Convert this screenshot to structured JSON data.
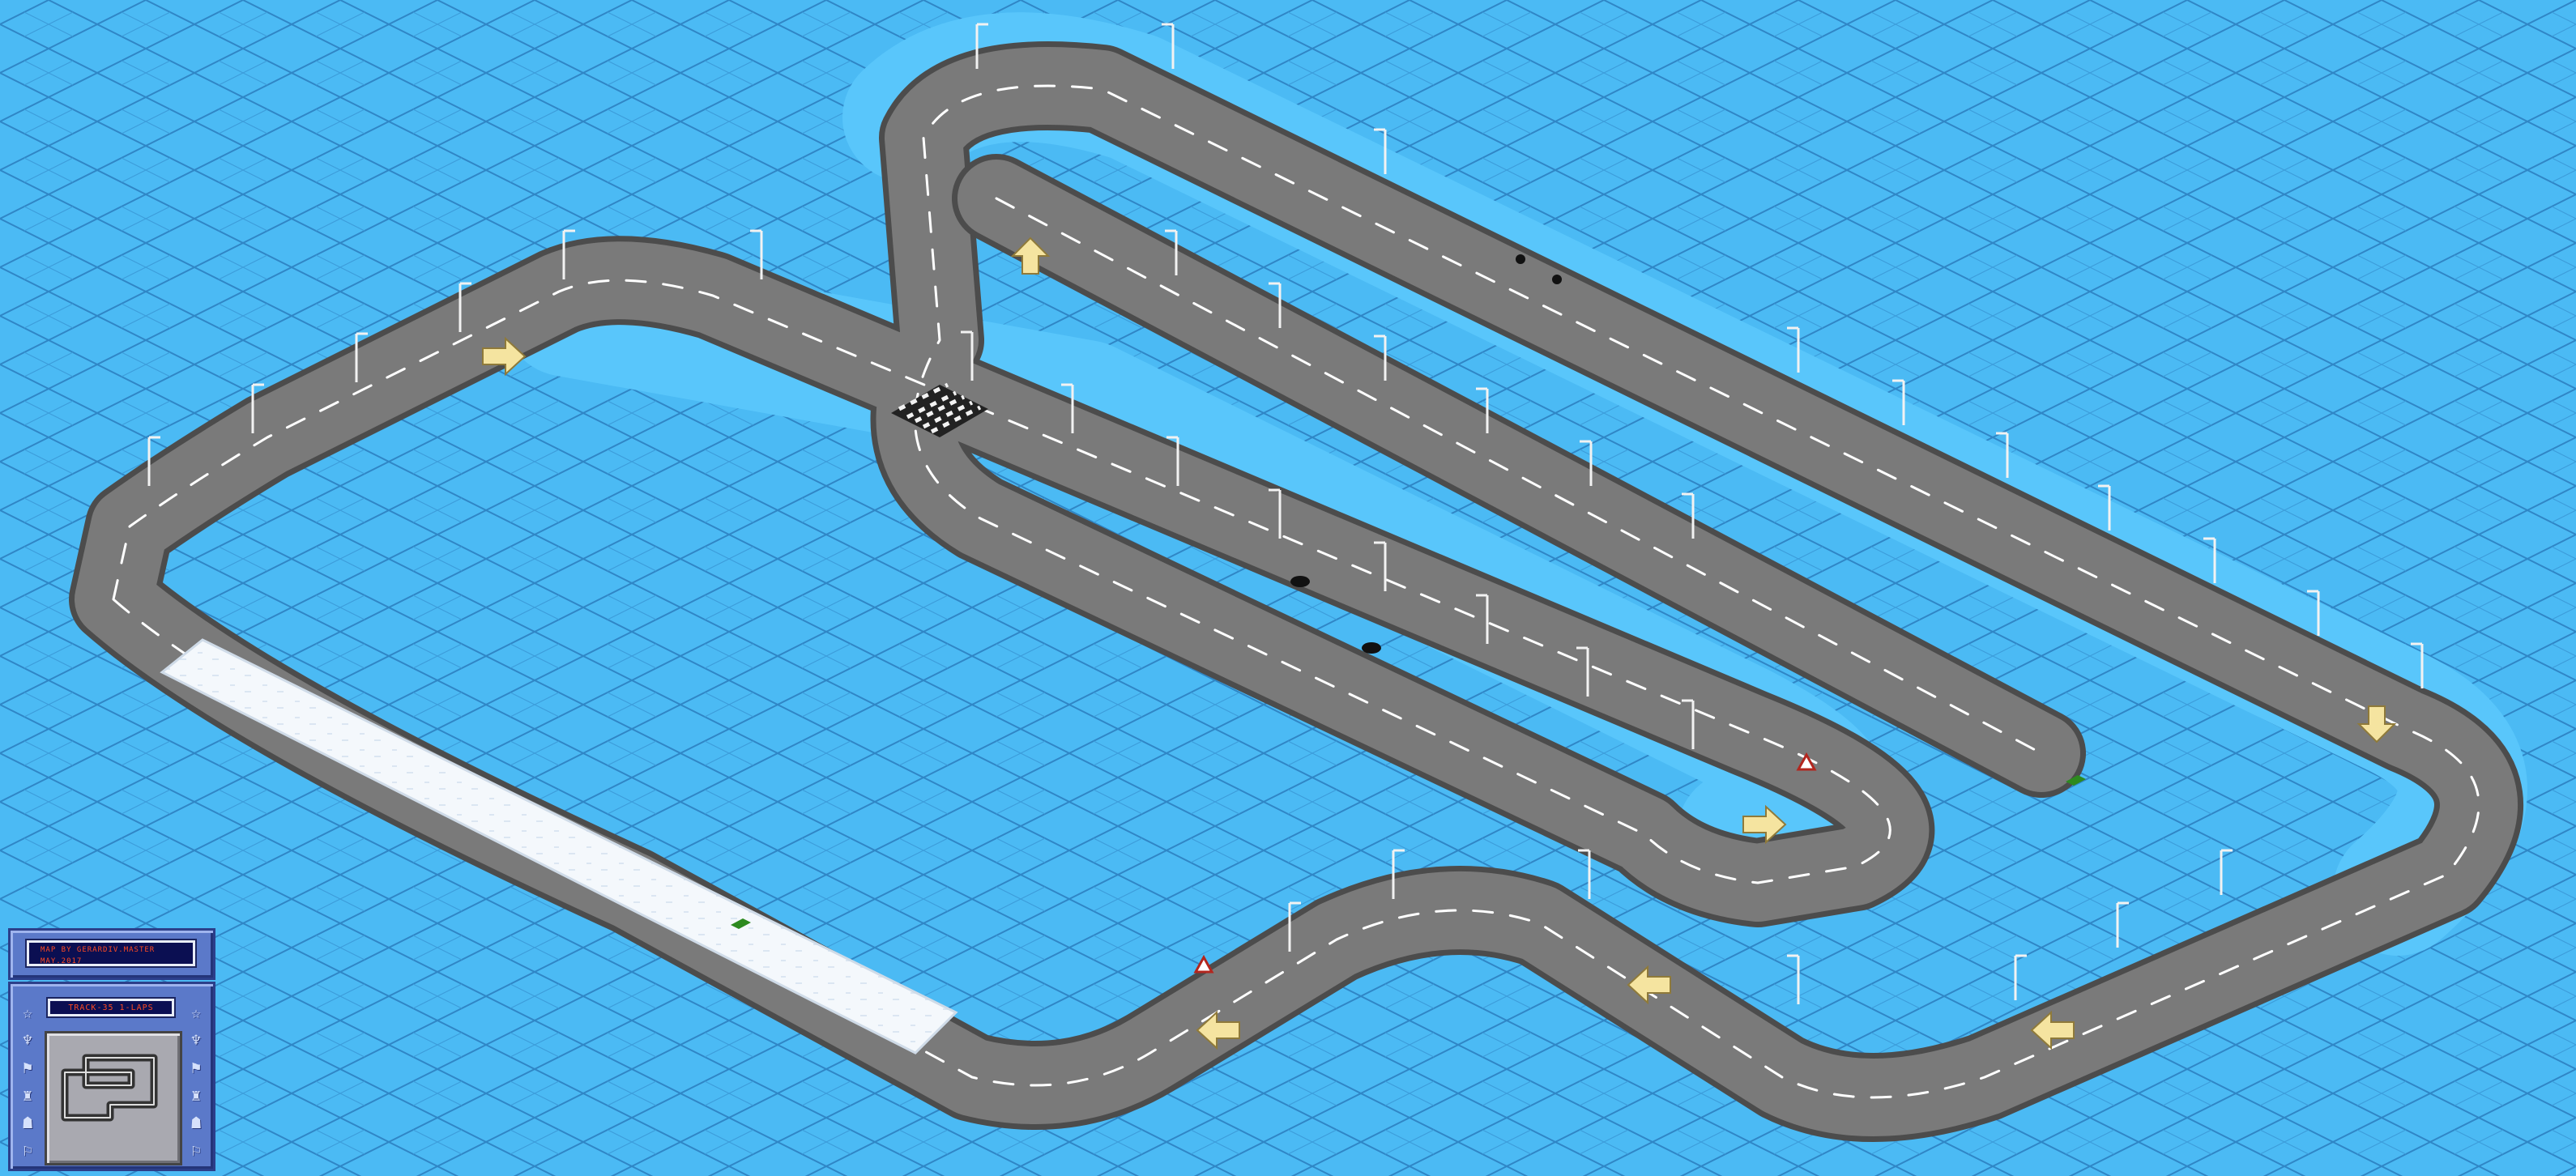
{
  "hud": {
    "credits_line1": "MAP BY GERARDIV.MASTER",
    "credits_line2": "MAY.2017",
    "track_label": "TRACK-35   1-LAPS"
  },
  "icons": {
    "left": [
      "star-icon",
      "trophy-icon",
      "flag-icon",
      "boot-icon",
      "helmet-icon",
      "banner-icon"
    ],
    "right": [
      "star-icon",
      "trophy-icon",
      "flag-icon",
      "boot-icon",
      "helmet-icon",
      "banner-icon"
    ],
    "direction_arrows": [
      "arrow-right-icon",
      "arrow-up-icon",
      "arrow-down-icon",
      "arrow-left-icon"
    ]
  },
  "colors": {
    "water": "#49b8f2",
    "water_grid": "#2f86c6",
    "road": "#7a7a7a",
    "road_edge": "#4c4c4c",
    "lane_marking": "#ffffff",
    "snow": "#f4f8fc",
    "arrow": "#f5e4a0",
    "panel": "#5b79c9",
    "hud_text": "#ff4a22",
    "hud_bg": "#0b0f52"
  }
}
